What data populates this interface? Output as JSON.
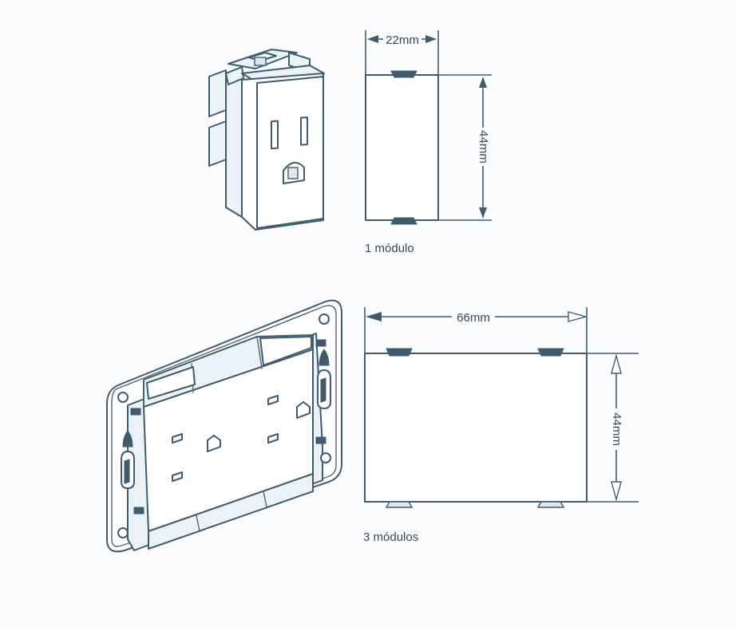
{
  "colors": {
    "line": "#3f5b6e",
    "text": "#3b4a56",
    "background": "#fafcfe"
  },
  "one_module": {
    "caption": "1 módulo",
    "width_label": "22mm",
    "height_label": "44mm"
  },
  "three_modules": {
    "caption": "3 módulos",
    "width_label": "66mm",
    "height_label": "44mm"
  }
}
